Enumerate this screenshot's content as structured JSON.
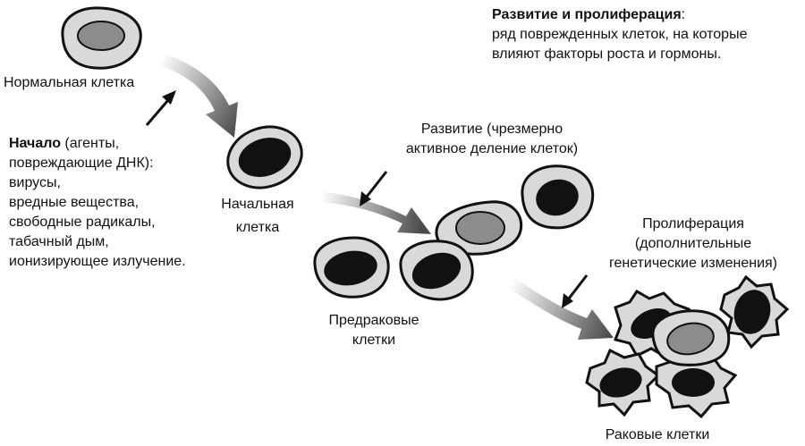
{
  "legend": {
    "title": "Развитие и пролиферация",
    "title_suffix": ":",
    "lines": [
      "ряд поврежденных клеток, на которые",
      "влияют факторы роста и гормоны."
    ]
  },
  "labels": {
    "normal_cell": "Нормальная клетка",
    "initial_cell": [
      "Начальная",
      "клетка"
    ],
    "precancer_cells": [
      "Предраковые",
      "клетки"
    ],
    "cancer_cells": "Раковые клетки"
  },
  "initiation": {
    "title": "Начало",
    "title_rest": " (агенты,",
    "lines": [
      "повреждающие ДНК):",
      "вирусы,",
      "вредные вещества,",
      "свободные радикалы,",
      "табачный дым,",
      "ионизирующее излучение."
    ]
  },
  "promotion": {
    "lines": [
      "Развитие (чрезмерно",
      "активное деление клеток)"
    ]
  },
  "progression": {
    "lines": [
      "Пролиферация",
      "(дополнительные",
      "генетические изменения)"
    ]
  },
  "colors": {
    "membrane": "#d9d9d9",
    "outline": "#111111",
    "nucleus_dark": "#111111",
    "nucleus_light": "#8c8c8c",
    "arrow_start": "#ffffff",
    "arrow_end": "#4a4a4a"
  }
}
